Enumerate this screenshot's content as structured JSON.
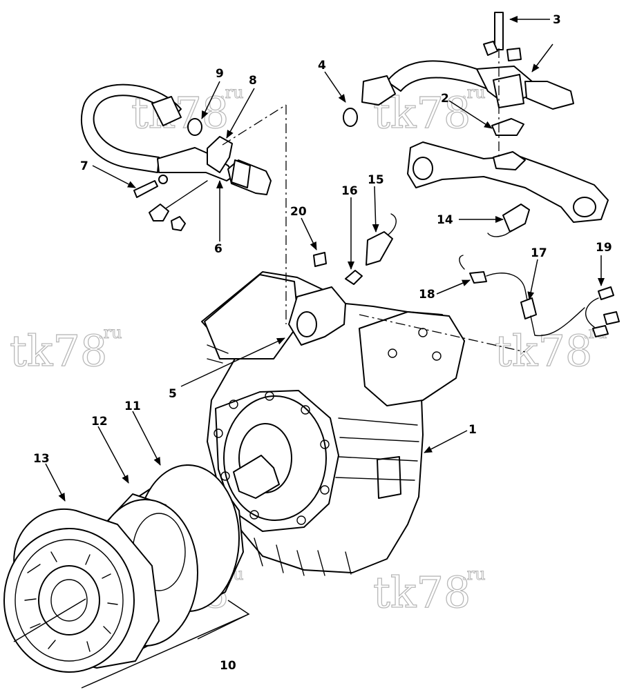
{
  "watermark": {
    "text": "tk78",
    "suffix": ".ru"
  },
  "callouts": [
    {
      "label": "1"
    },
    {
      "label": "2"
    },
    {
      "label": "3"
    },
    {
      "label": "4"
    },
    {
      "label": "5"
    },
    {
      "label": "6"
    },
    {
      "label": "7"
    },
    {
      "label": "8"
    },
    {
      "label": "9"
    },
    {
      "label": "10"
    },
    {
      "label": "11"
    },
    {
      "label": "12"
    },
    {
      "label": "13"
    },
    {
      "label": "14"
    },
    {
      "label": "15"
    },
    {
      "label": "16"
    },
    {
      "label": "17"
    },
    {
      "label": "18"
    },
    {
      "label": "19"
    },
    {
      "label": "20"
    }
  ],
  "parts": {
    "compressor": "compressor-body",
    "pulley": "clutch-pulley",
    "manifold_left": "suction-manifold",
    "manifold_right": "discharge-manifold"
  }
}
